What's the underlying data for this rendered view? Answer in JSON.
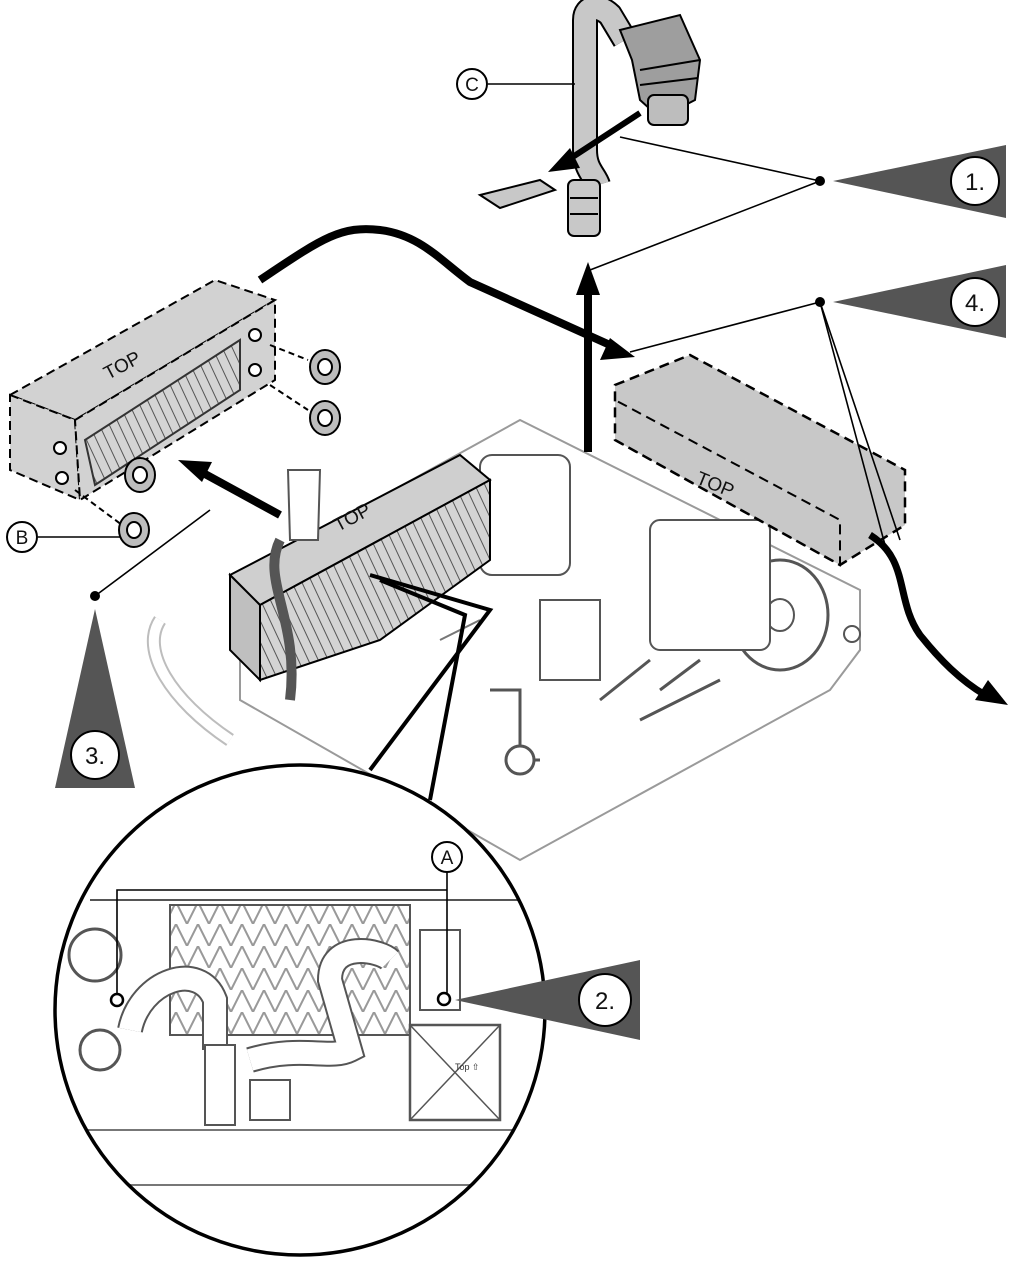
{
  "steps": [
    "1.",
    "2.",
    "3.",
    "4."
  ],
  "labels": {
    "a": "A",
    "b": "B",
    "c": "C"
  },
  "component_text": {
    "top": "TOP",
    "top_arrow": "Top ⇧"
  },
  "colors": {
    "part_fill": "#c8c8c8",
    "pointer_fill": "#555555",
    "line": "#000000"
  }
}
